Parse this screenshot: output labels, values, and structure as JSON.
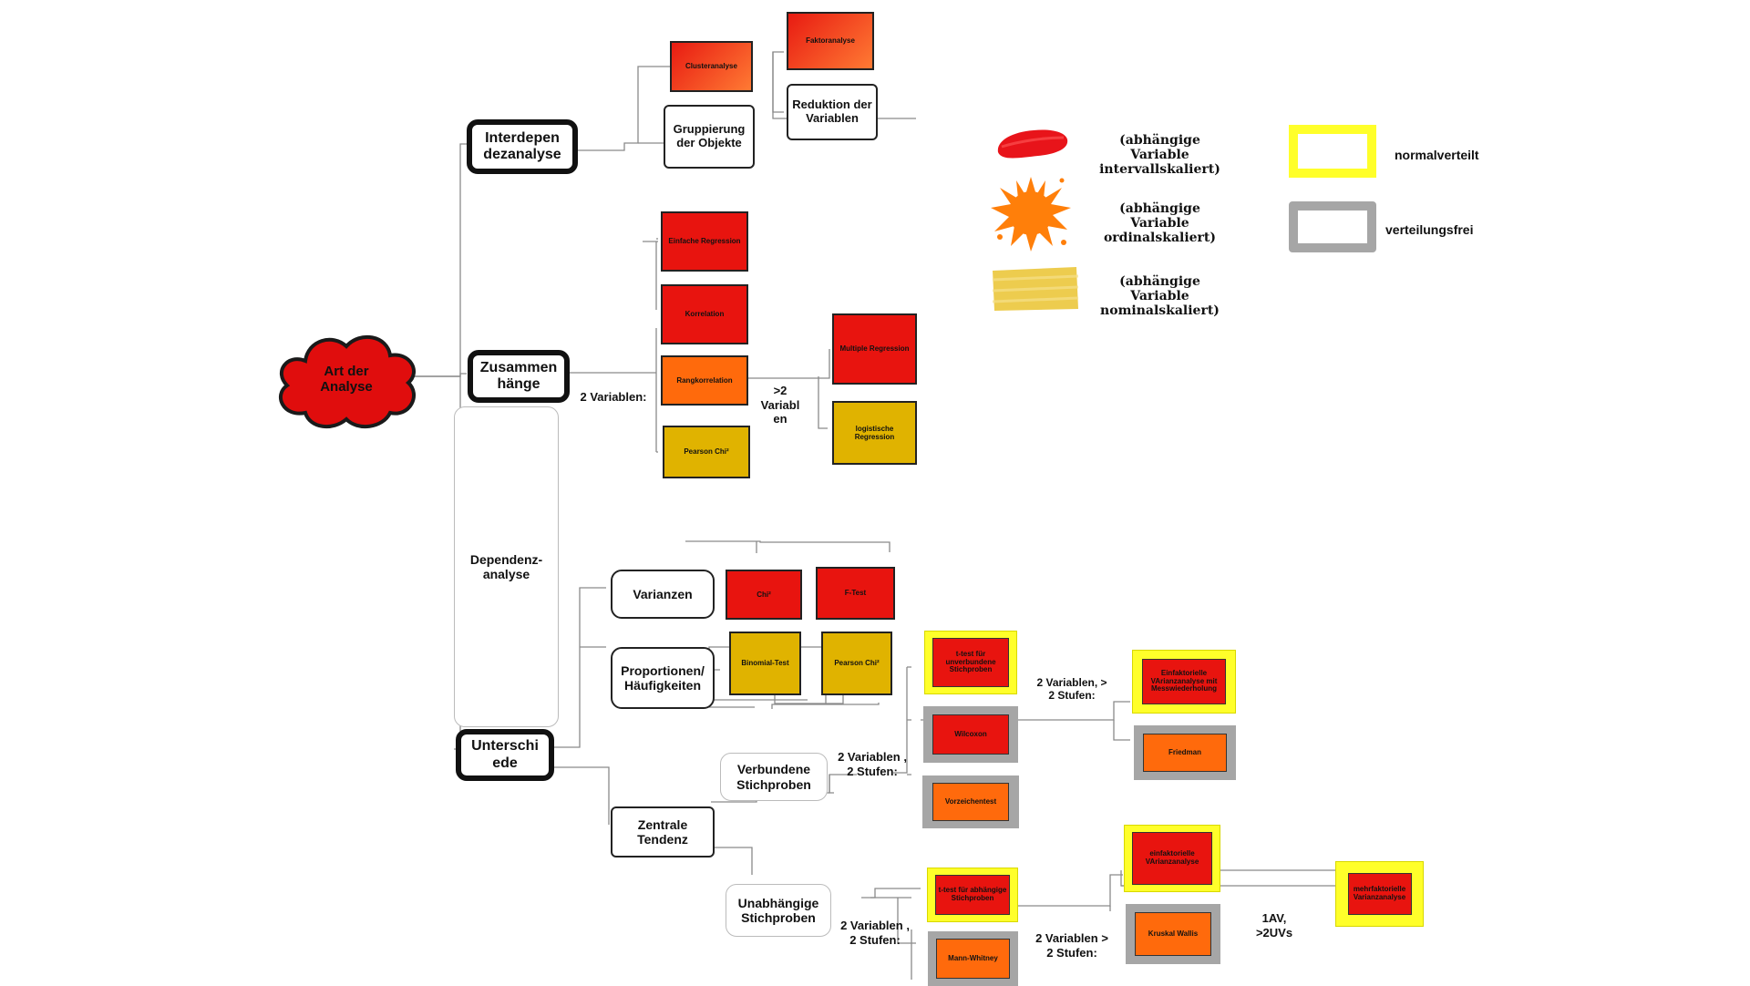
{
  "root": {
    "label": "Art der Analyse"
  },
  "interdependenz": {
    "title": "Interdepen dezanalyse",
    "gruppierung": "Gruppierung der Objekte",
    "clusteranalyse": "Clusteranalyse",
    "reduktion": "Reduktion der Variablen",
    "faktoranalyse": "Faktoranalyse"
  },
  "zusammenhaenge": {
    "title": "Zusammen hänge",
    "zwei_variablen": "2 Variablen:",
    "mehr_variablen": ">2 Variabl en",
    "einfache_regression": "Einfache Regression",
    "korrelation": "Korrelation",
    "rangkorrelation": "Rangkorrelation",
    "pearson_chi": "Pearson Chi²",
    "multiple_regression": "Multiple Regression",
    "logistische_regression": "logistische Regression"
  },
  "dependenz": {
    "title": "Dependenz-analyse"
  },
  "unterschiede": {
    "title": "Unterschi ede",
    "varianzen": "Varianzen",
    "chi2": "Chi²",
    "ftest": "F-Test",
    "proportionen": "Proportionen/ Häufigkeiten",
    "binomial": "Binomial-Test",
    "pearson_chi": "Pearson Chi²",
    "zentrale_tendenz": "Zentrale Tendenz",
    "verbundene": "Verbundene Stichproben",
    "unabhaengige": "Unabhängige Stichproben",
    "verb_2var": "2 Variablen , 2 Stufen:",
    "ttest_unverbunden": "t-test für unverbundene Stichproben",
    "wilcoxon": "Wilcoxon",
    "vorzeichentest": "Vorzeichentest",
    "verb_mehrstufen": "2 Variablen, > 2 Stufen:",
    "einfaktorielle_mw": "Einfaktorielle VArianzanalyse mit Messwiederholung",
    "friedman": "Friedman",
    "unab_2var": "2 Variablen , 2 Stufen:",
    "ttest_abhaengig": "t-test für abhängige Stichproben",
    "mann_whitney": "Mann-Whitney",
    "unab_mehrstufen": "2 Variablen > 2 Stufen:",
    "einfaktorielle": "einfaktorielle VArianzanalyse",
    "kruskal": "Kruskal Wallis",
    "av_uvs": "1AV, >2UVs",
    "mehrfaktorielle": "mehrfaktorielle Varianzanalyse"
  },
  "legend": {
    "intervall": "(abhängige Variable intervallskaliert)",
    "ordinal": "(abhängige Variable ordinalskaliert)",
    "nominal": "(abhängige Variable nominalskaliert)",
    "normalverteilt": "normalverteilt",
    "verteilungsfrei": "verteilungsfrei",
    "colors": {
      "intervall": "#e8140f",
      "ordinal": "#ff6a0c",
      "nominal": "#e0b300",
      "normalverteilt": "#ffff2a",
      "verteilungsfrei": "#a6a6a6"
    }
  }
}
